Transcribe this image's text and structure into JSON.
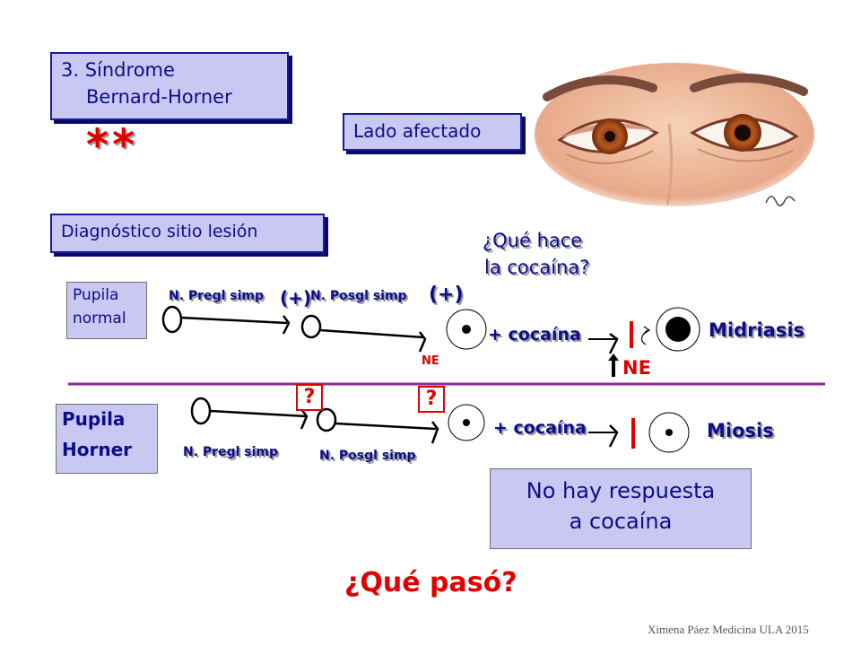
{
  "title_box": {
    "line1": "3. Síndrome",
    "line2": "Bernard-Horner"
  },
  "stars": "**",
  "affected_side_label": "Lado afectado",
  "diagnosis_label": "Diagnóstico sitio lesión",
  "question_cocaine": {
    "line1": "¿Qué hace",
    "line2": "la cocaína?"
  },
  "normal_row": {
    "pupil_label": {
      "line1": "Pupila",
      "line2": "normal"
    },
    "pregl_label": "N. Pregl simp",
    "plus1": "(+)",
    "posgl_label": "N. Posgl simp",
    "plus2": "(+)",
    "ne_small": "NE",
    "cocaine": "+ cocaína",
    "ne_big": "NE",
    "result": "Midriasis"
  },
  "horner_row": {
    "pupil_label": {
      "line1": "Pupila",
      "line2": "Horner"
    },
    "q1": "?",
    "q2": "?",
    "pregl_label": "N. Pregl simp",
    "posgl_label": "N. Posgl simp",
    "cocaine": "+ cocaína",
    "result": "Miosis"
  },
  "no_response": {
    "line1": "No hay respuesta",
    "line2": "a cocaína"
  },
  "what_happened": "¿Qué pasó?",
  "footer": "Ximena Páez Medicina ULA 2015",
  "colors": {
    "box_fill": "#c8c8f2",
    "box_border": "#1a1aa0",
    "text_blue": "#0d0d8c",
    "red": "#e00000",
    "divider": "#8a2a9a"
  }
}
